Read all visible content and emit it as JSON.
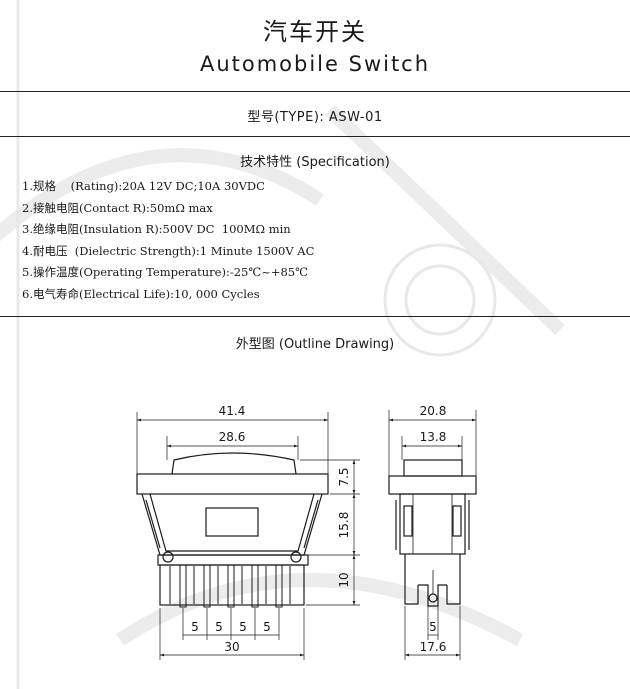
{
  "header": {
    "title_cn": "汽车开关",
    "title_en": "Automobile Switch"
  },
  "model": {
    "label": "型号(TYPE): ASW-01"
  },
  "specification": {
    "title": "技术特性 (Specification)",
    "items": [
      "1.规格    (Rating):20A 12V DC;10A 30VDC",
      "2.接触电阻(Contact R):50mΩ max",
      "3.绝缘电阻(Insulation R):500V DC  100MΩ min",
      "4.耐电压  (Dielectric Strength):1 Minute 1500V AC",
      "5.操作温度(Operating Temperature):-25℃~+85℃",
      "6.电气寿命(Electrical Life):10, 000 Cycles"
    ]
  },
  "outline": {
    "title": "外型图 (Outline Drawing)",
    "dimensions": {
      "overall_width": "41.4",
      "cap_width": "28.6",
      "side_width": "20.8",
      "side_cap_width": "13.8",
      "cap_height": "7.5",
      "body_height": "15.8",
      "pin_height": "10",
      "pitch_1": "5",
      "pitch_2": "5",
      "pitch_3": "5",
      "pitch_4": "5",
      "base_width": "30",
      "side_pitch": "5",
      "side_base_width": "17.6"
    }
  }
}
